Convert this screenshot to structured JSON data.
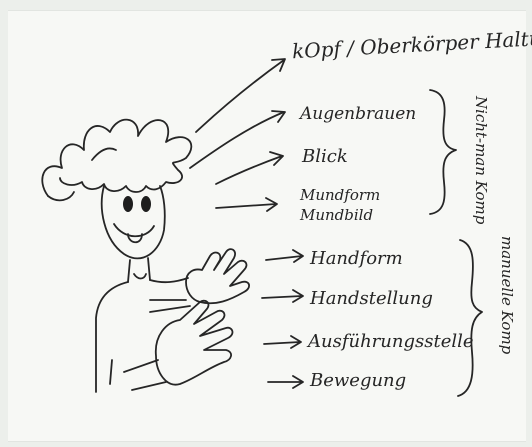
{
  "labels": {
    "head_posture": "kOpf / Oberkörper Haltung",
    "eyebrows": "Augenbrauen",
    "gaze": "Blick",
    "mouth_shape": "Mundform",
    "mouth_picture": "Mundbild",
    "handshape": "Handform",
    "hand_orientation": "Handstellung",
    "location": "Ausführungsstelle",
    "movement": "Bewegung"
  },
  "groups": {
    "non_manual": "Nicht-man Komp",
    "manual": "manuelle Komp"
  },
  "colors": {
    "ink": "#252525",
    "paper": "#f7f8f5"
  }
}
